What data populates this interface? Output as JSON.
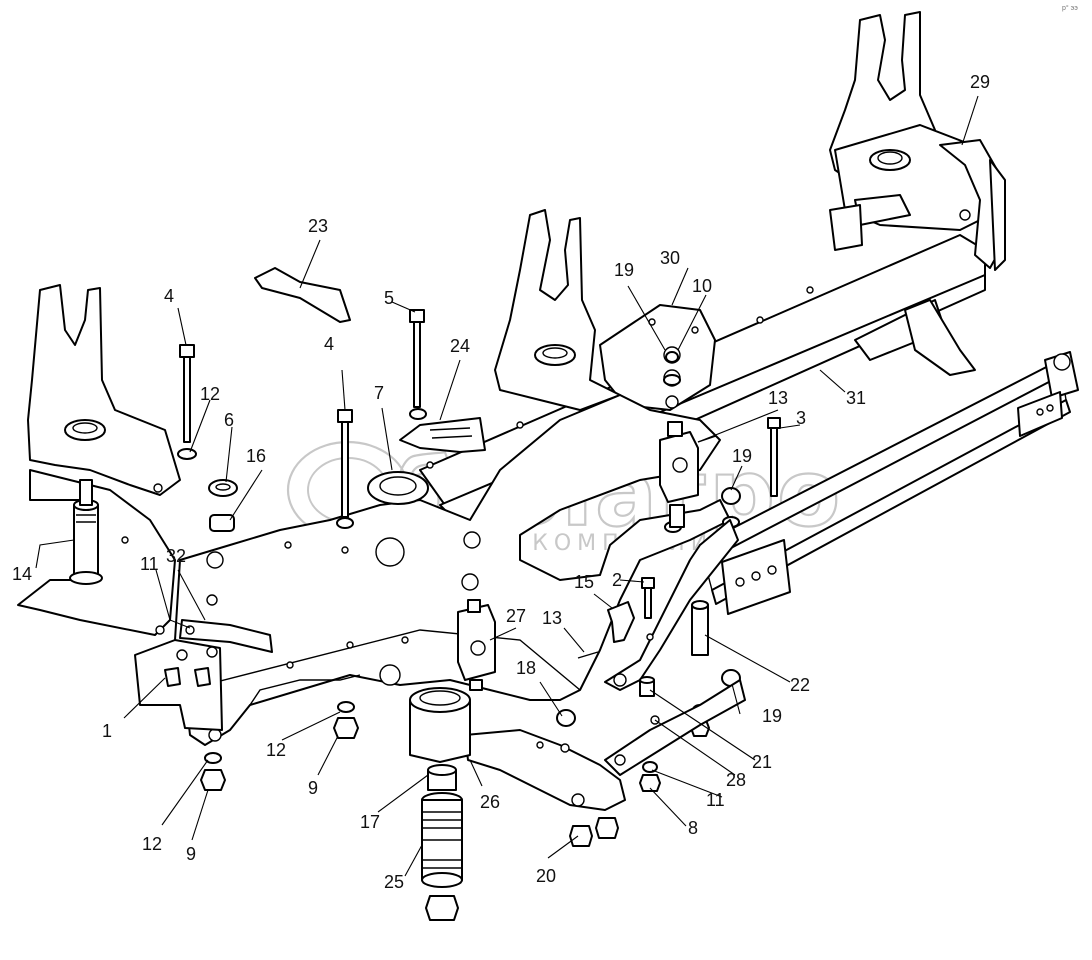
{
  "corner_mark": "р° ээ",
  "watermark": {
    "title": "белагро",
    "subtitle": "ГРУППА КОМПАНИЙ"
  },
  "callouts": [
    "1",
    "2",
    "3",
    "4",
    "4",
    "5",
    "6",
    "7",
    "8",
    "9",
    "9",
    "10",
    "11",
    "11",
    "12",
    "12",
    "12",
    "13",
    "13",
    "14",
    "15",
    "16",
    "17",
    "18",
    "19",
    "19",
    "19",
    "20",
    "21",
    "22",
    "23",
    "24",
    "25",
    "26",
    "27",
    "28",
    "29",
    "30",
    "31",
    "32"
  ]
}
